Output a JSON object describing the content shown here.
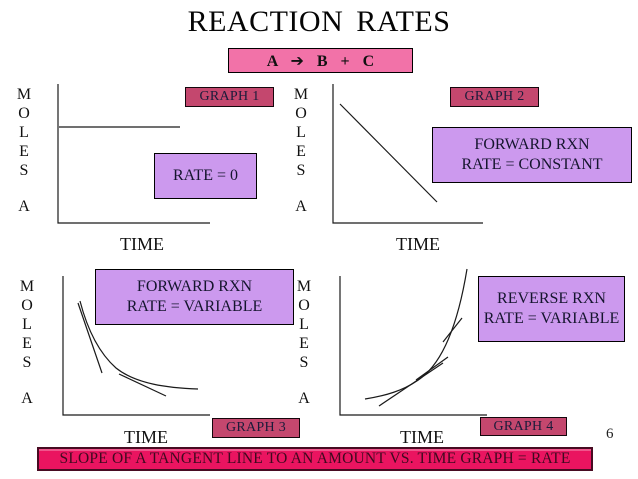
{
  "slide": {
    "title": "REACTION RATES",
    "equation": "A ➔ B + C",
    "footer": "SLOPE OF A TANGENT LINE TO AN AMOUNT VS. TIME GRAPH = RATE",
    "page_number": "6"
  },
  "graphs": [
    {
      "badge": "GRAPH 1",
      "y_letters": [
        "M",
        "O",
        "L",
        "E",
        "S"
      ],
      "species": "A",
      "x_label": "TIME",
      "annotation": {
        "line1": "RATE = 0"
      },
      "curve_type": "flat-horizontal-line"
    },
    {
      "badge": "GRAPH 2",
      "y_letters": [
        "M",
        "O",
        "L",
        "E",
        "S"
      ],
      "species": "A",
      "x_label": "TIME",
      "annotation": {
        "line1": "FORWARD RXN",
        "line2": "RATE = CONSTANT"
      },
      "curve_type": "straight-declining-line"
    },
    {
      "badge": "GRAPH 3",
      "y_letters": [
        "M",
        "O",
        "L",
        "E",
        "S"
      ],
      "species": "A",
      "x_label": "TIME",
      "annotation": {
        "line1": "FORWARD RXN",
        "line2": "RATE = VARIABLE"
      },
      "curve_type": "decay-curve-with-tangent-lines"
    },
    {
      "badge": "GRAPH 4",
      "y_letters": [
        "M",
        "O",
        "L",
        "E",
        "S"
      ],
      "species": "A",
      "x_label": "TIME",
      "annotation": {
        "line1": "REVERSE RXN",
        "line2": "RATE = VARIABLE"
      },
      "curve_type": "rising-exponential-curve-with-tangent-lines"
    }
  ],
  "colors": {
    "equation_box_bg": "#F272A8",
    "graph_badge_bg": "#C4476E",
    "annotation_box_bg": "#CC99EE",
    "footer_bg": "#EA1460",
    "footer_text": "#3F0A1F",
    "line_color": "#1A1A1A"
  }
}
